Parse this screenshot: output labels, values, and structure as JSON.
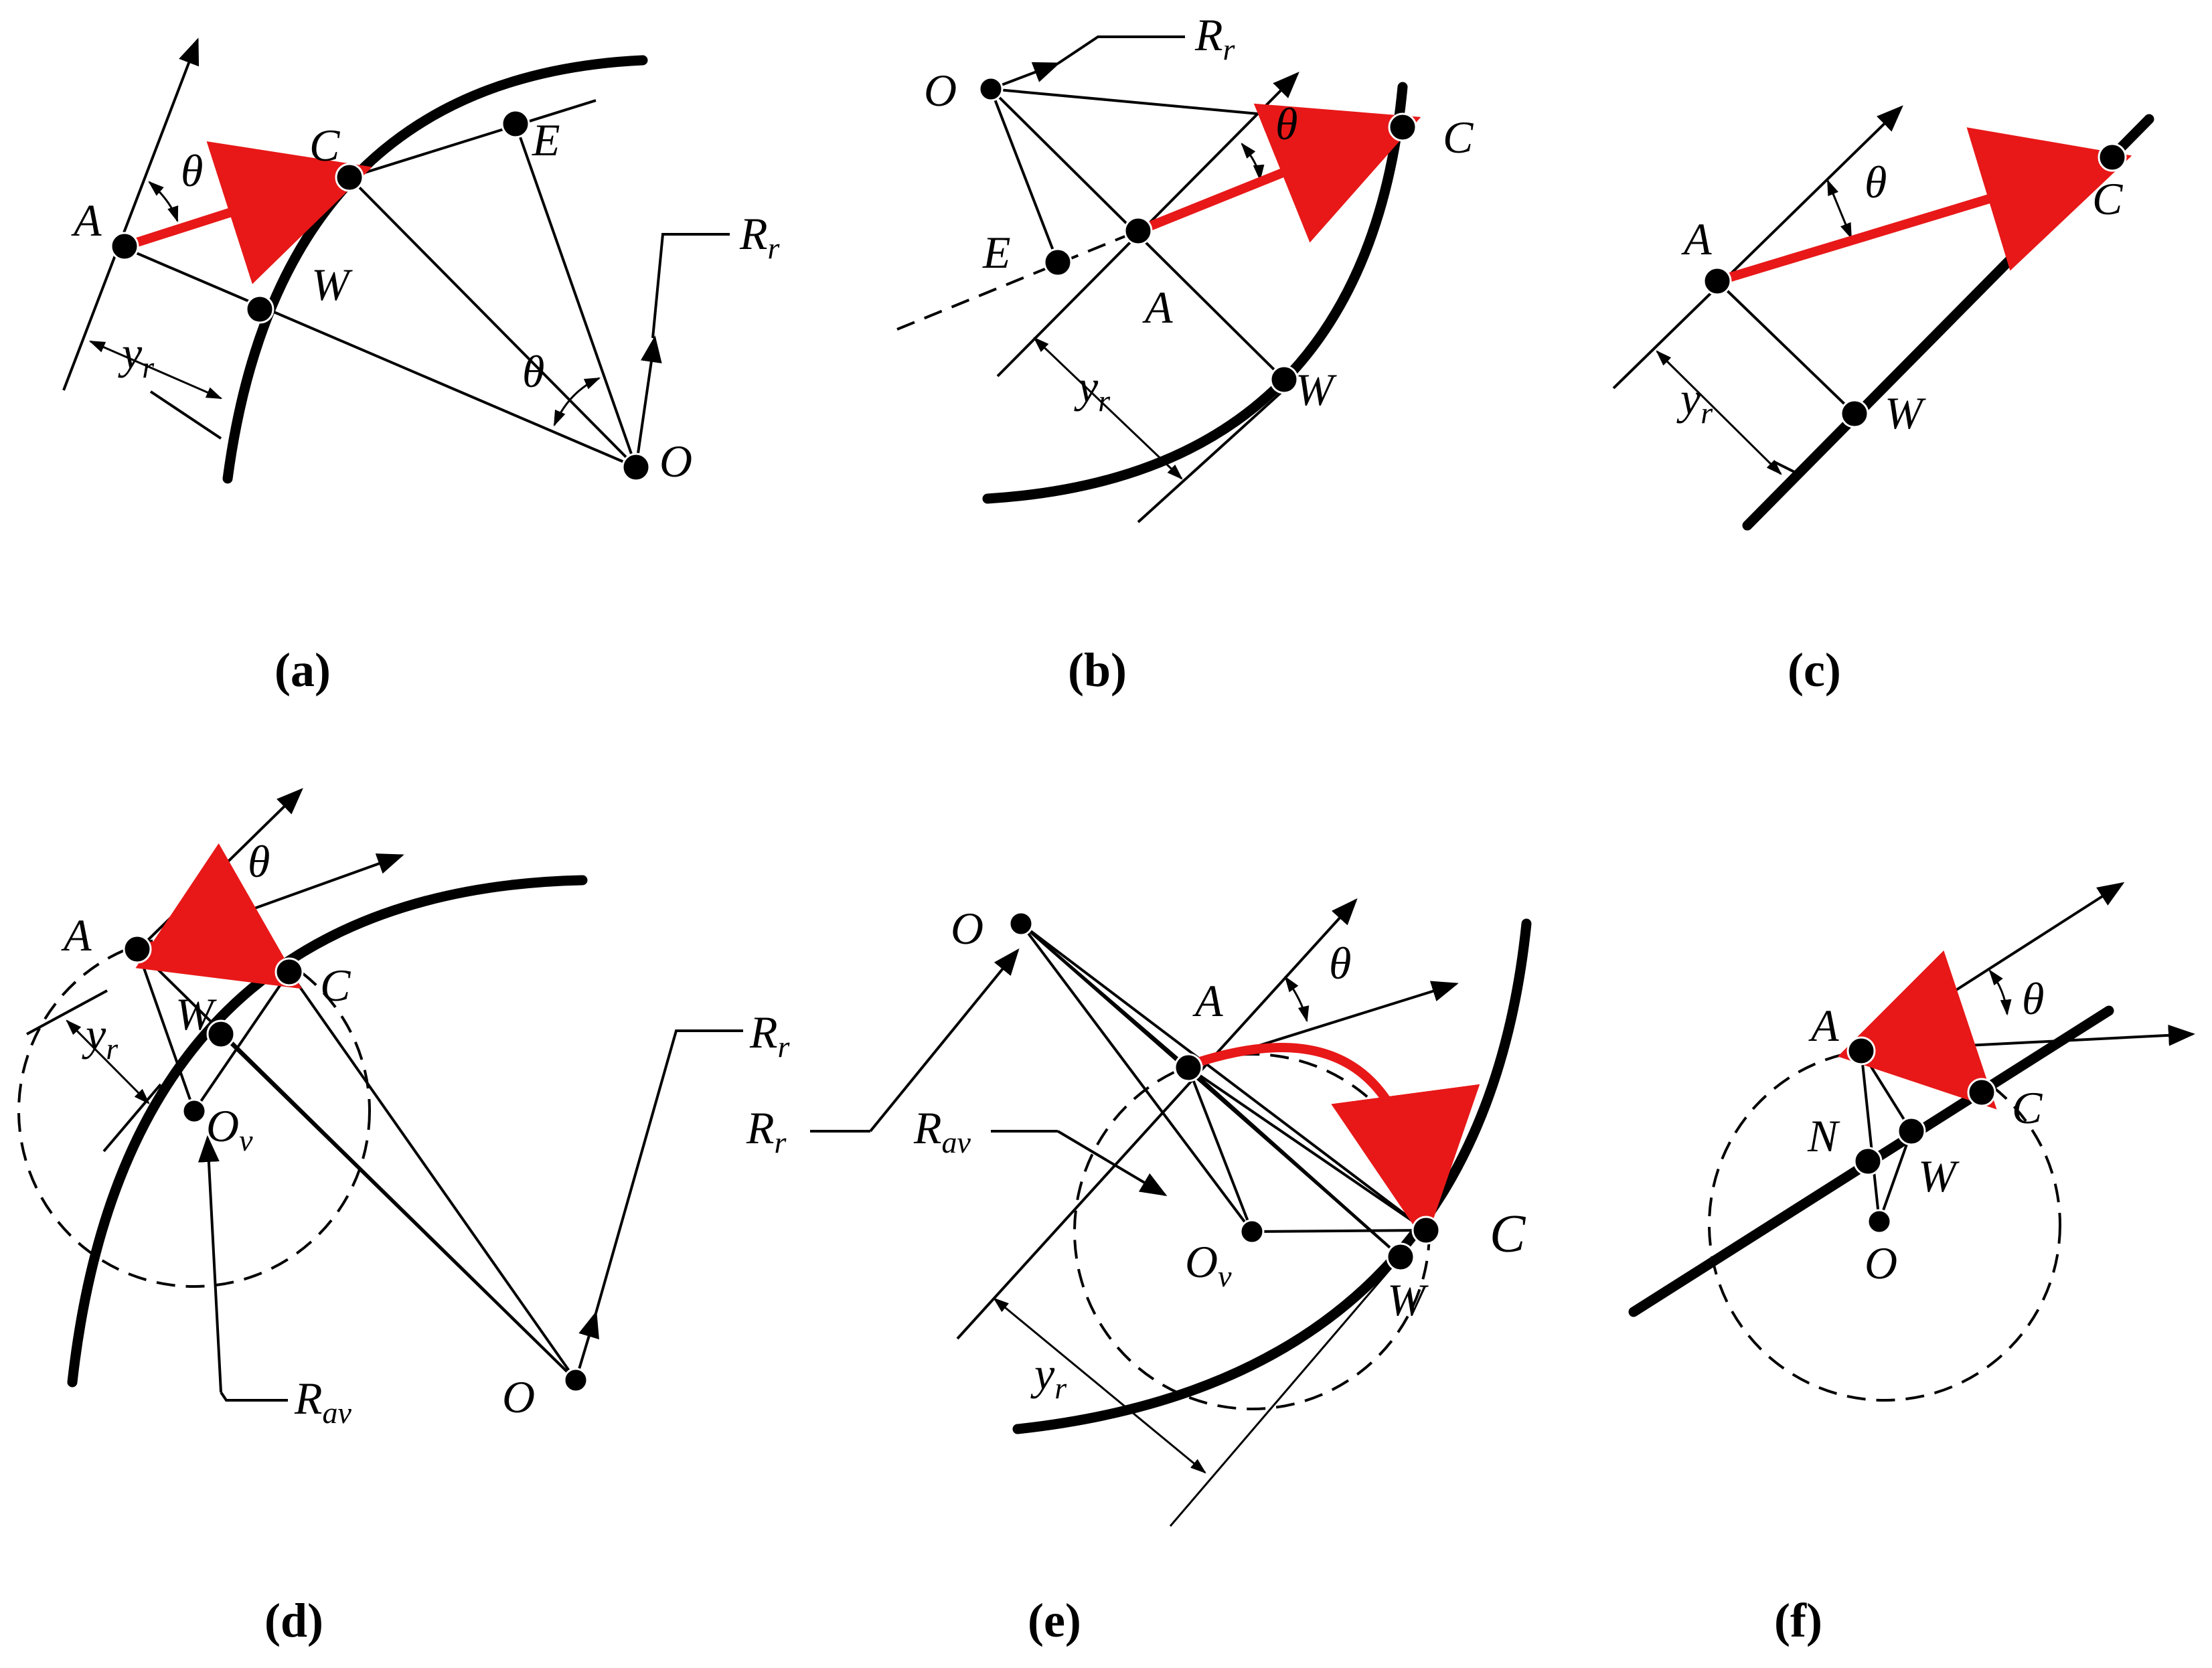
{
  "panels": [
    {
      "id": "a",
      "caption": "(a)",
      "labels": {
        "A": "A",
        "C": "C",
        "E": "E",
        "W": "W",
        "O": "O",
        "theta1": "θ",
        "theta2": "θ",
        "y": "y",
        "y_sub": "r",
        "R": "R",
        "R_sub": "r"
      }
    },
    {
      "id": "b",
      "caption": "(b)",
      "labels": {
        "O": "O",
        "C": "C",
        "E": "E",
        "A": "A",
        "W": "W",
        "theta1": "θ",
        "y": "y",
        "y_sub": "r",
        "R": "R",
        "R_sub": "r"
      }
    },
    {
      "id": "c",
      "caption": "(c)",
      "labels": {
        "A": "A",
        "C": "C",
        "W": "W",
        "theta1": "θ",
        "y": "y",
        "y_sub": "r"
      }
    },
    {
      "id": "d",
      "caption": "(d)",
      "labels": {
        "A": "A",
        "C": "C",
        "W": "W",
        "O": "O",
        "Ov": "O",
        "Ov_sub": "v",
        "theta1": "θ",
        "y": "y",
        "y_sub": "r",
        "R": "R",
        "R_sub": "r",
        "Rav": "R",
        "Rav_sub": "av"
      }
    },
    {
      "id": "e",
      "caption": "(e)",
      "labels": {
        "O": "O",
        "A": "A",
        "C": "C",
        "W": "W",
        "Ov": "O",
        "Ov_sub": "v",
        "theta1": "θ",
        "y": "y",
        "y_sub": "r",
        "R": "R",
        "R_sub": "r",
        "Rav": "R",
        "Rav_sub": "av"
      }
    },
    {
      "id": "f",
      "caption": "(f)",
      "labels": {
        "A": "A",
        "C": "C",
        "N": "N",
        "W": "W",
        "O": "O",
        "theta1": "θ"
      }
    }
  ],
  "colors": {
    "path_arrow": "#e81818",
    "line": "#000000",
    "background": "#ffffff"
  }
}
